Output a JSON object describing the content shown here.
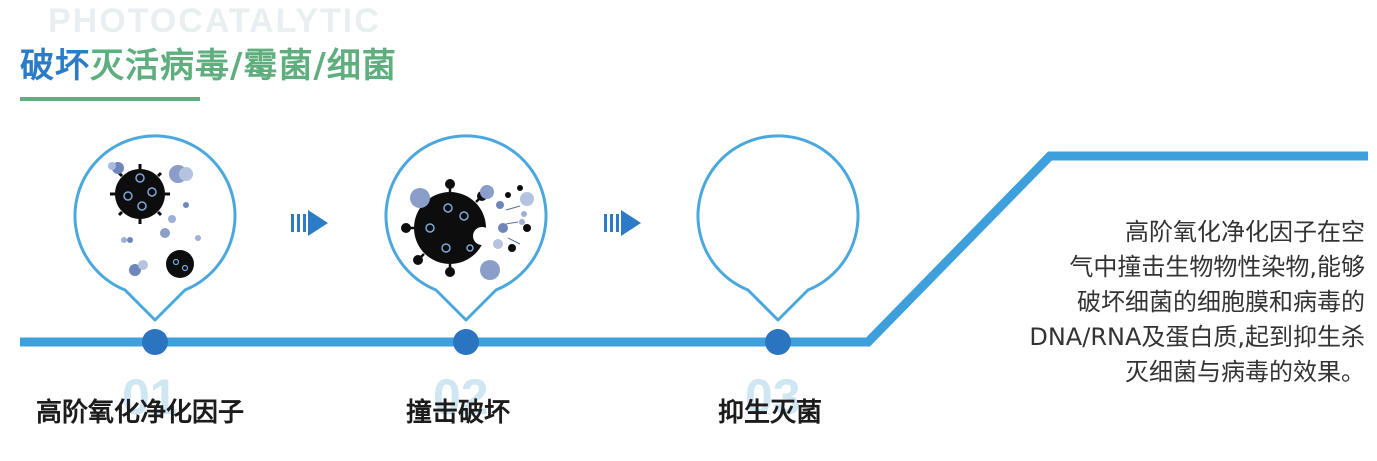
{
  "watermark": "PHOTOCATALYTIC",
  "title": {
    "part1": "破坏",
    "part2": "灭活病毒/霉菌/细菌"
  },
  "steps": [
    {
      "num": "01",
      "label": "高阶氧化净化因子"
    },
    {
      "num": "02",
      "label": "撞击破坏"
    },
    {
      "num": "03",
      "label": "抑生灭菌"
    }
  ],
  "description": [
    "高阶氧化净化因子在空",
    "气中撞击生物物性染物,能够",
    "破坏细菌的细胞膜和病毒的",
    "DNA/RNA及蛋白质,起到抑生杀",
    "灭细菌与病毒的效果。"
  ],
  "colors": {
    "blue": "#2b7bc6",
    "green": "#5fae7e",
    "line": "#3d9fdc",
    "bubble_stroke": "#4aa8de"
  }
}
